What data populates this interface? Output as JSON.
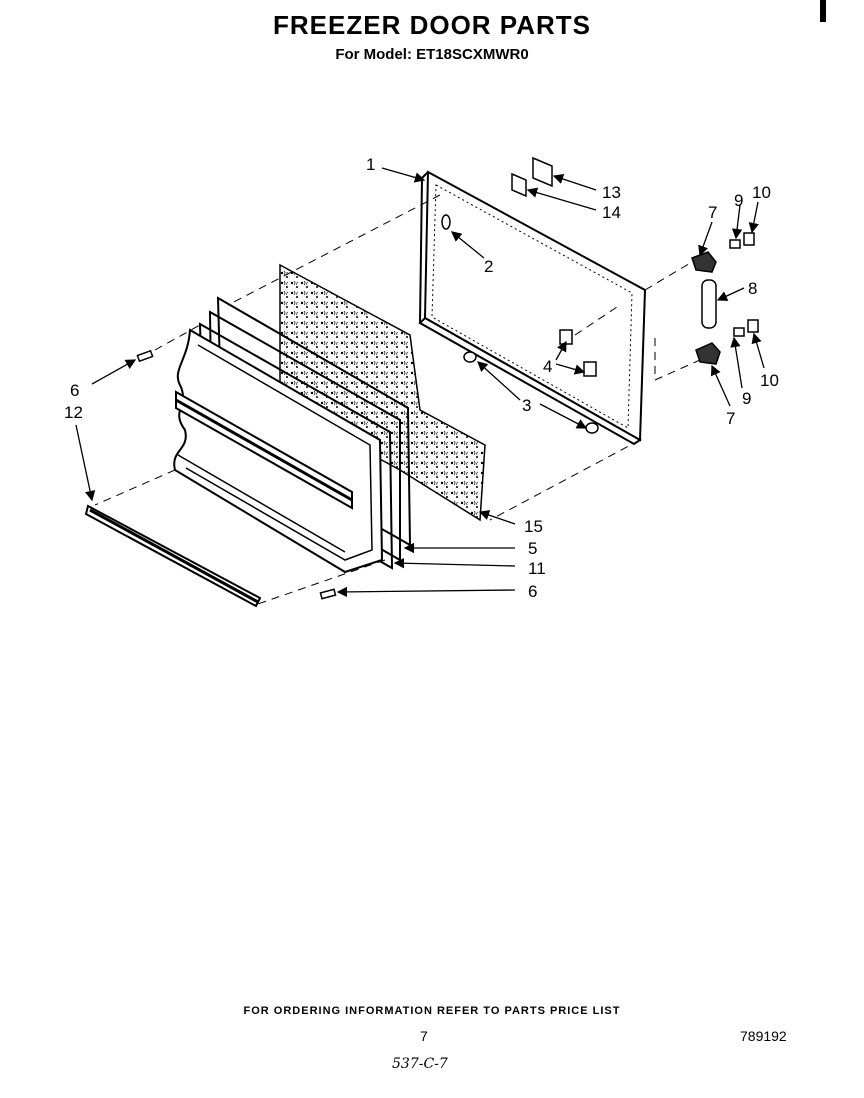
{
  "header": {
    "title": "FREEZER DOOR PARTS",
    "subtitle": "For Model: ET18SCXMWR0"
  },
  "callouts": [
    {
      "id": "1",
      "label": "1"
    },
    {
      "id": "2",
      "label": "2"
    },
    {
      "id": "3",
      "label": "3"
    },
    {
      "id": "4",
      "label": "4"
    },
    {
      "id": "5",
      "label": "5"
    },
    {
      "id": "6a",
      "label": "6"
    },
    {
      "id": "6b",
      "label": "6"
    },
    {
      "id": "7a",
      "label": "7"
    },
    {
      "id": "7b",
      "label": "7"
    },
    {
      "id": "8",
      "label": "8"
    },
    {
      "id": "9a",
      "label": "9"
    },
    {
      "id": "9b",
      "label": "9"
    },
    {
      "id": "10a",
      "label": "10"
    },
    {
      "id": "10b",
      "label": "10"
    },
    {
      "id": "11",
      "label": "11"
    },
    {
      "id": "12",
      "label": "12"
    },
    {
      "id": "13",
      "label": "13"
    },
    {
      "id": "14",
      "label": "14"
    },
    {
      "id": "15",
      "label": "15"
    }
  ],
  "footer": {
    "note": "FOR ORDERING INFORMATION REFER TO PARTS PRICE LIST",
    "page_number": "7",
    "document_number": "789192",
    "handwritten": "537-C-7"
  }
}
